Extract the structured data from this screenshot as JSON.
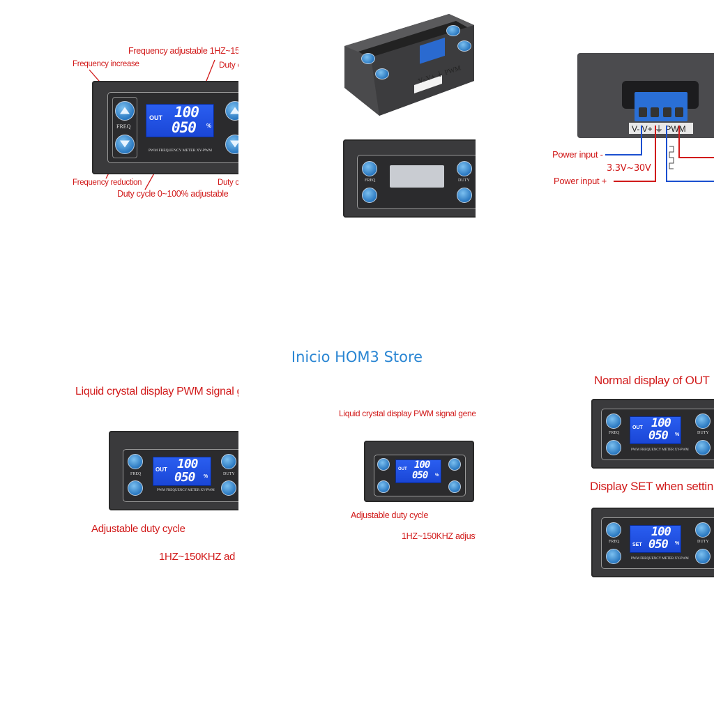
{
  "store": {
    "title": "Inicio HOM3 Store"
  },
  "tile1": {
    "top_label": "Frequency adjustable 1HZ~15",
    "duty_label": "Duty c",
    "freq_increase": "Frequency increase",
    "freq_reduction": "Frequency reduction",
    "duty_right": "Duty c",
    "duty_bottom": "Duty cycle 0~100% adjustable"
  },
  "tile2": {
    "label": "V- V+ ⏚ PWM",
    "freq": "FREQ",
    "duty": "DUTY"
  },
  "tile3": {
    "power_minus": "Power input -",
    "voltage": "3.3V~30V",
    "power_plus": "Power input +",
    "terminal": "V- V+ ⏚ PWM"
  },
  "tile4": {
    "title": "Liquid crystal display PWM signal g",
    "adjust": "Adjustable duty cycle",
    "range": "1HZ~150KHZ ad"
  },
  "tile5": {
    "title": "Liquid crystal display PWM signal gene",
    "adjust": "Adjustable duty cycle",
    "range": "1HZ~150KHZ adjusta"
  },
  "tile6": {
    "normal": "Normal display of OUT",
    "set": "Display SET when settin"
  },
  "module": {
    "out": "OUT",
    "set": "SET",
    "freq_value": "100",
    "duty_value": "050",
    "pct": "%",
    "freq_btn": "FREQ",
    "duty_btn": "DUTY",
    "caption": "PWM FREQUENCY METER XY-PWM"
  }
}
